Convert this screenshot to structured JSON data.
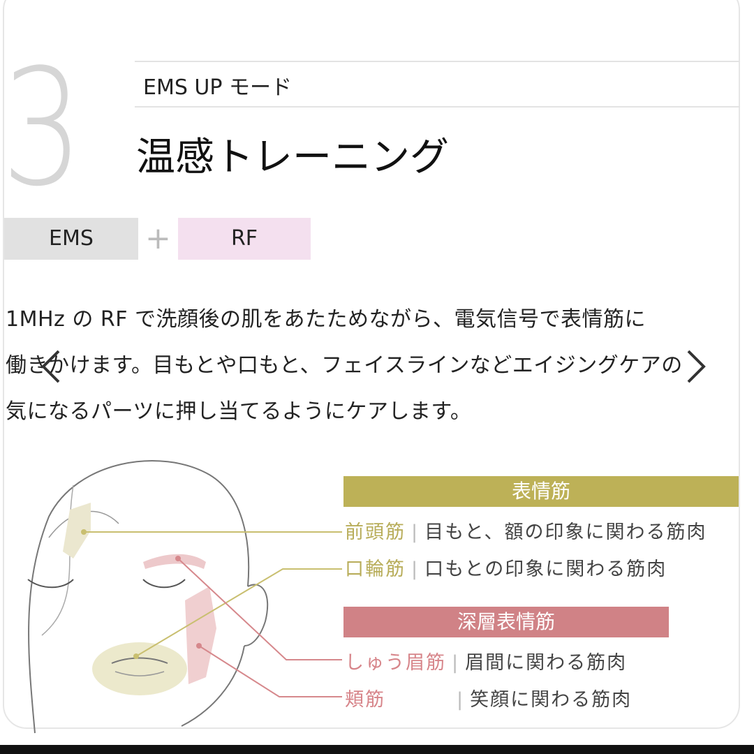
{
  "slide": {
    "number": "3",
    "mode": "EMS UP モード",
    "title": "温感トレーニング",
    "tags": {
      "ems": "EMS",
      "plus": "+",
      "rf": "RF"
    },
    "description_lines": [
      "1MHz の RF で洗顔後の肌をあたためながら、電気信号で表情筋に",
      "働きかけます。目もとや口もと、フェイスラインなどエイジングケアの",
      "気になるパーツに押し当てるようにケアします。"
    ],
    "muscles": {
      "group1": {
        "header": "表情筋",
        "color": "#bdb157",
        "items": [
          {
            "name": "前頭筋",
            "desc": "目もと、額の印象に関わる筋肉"
          },
          {
            "name": "口輪筋",
            "desc": "口もとの印象に関わる筋肉"
          }
        ]
      },
      "group2": {
        "header": "深層表情筋",
        "color": "#d08286",
        "items": [
          {
            "name": "しゅう眉筋",
            "desc": "眉間に関わる筋肉"
          },
          {
            "name": "頬筋",
            "desc": "笑顔に関わる筋肉"
          }
        ]
      },
      "separator": "|"
    }
  },
  "carousel": {
    "prev_icon": "chevron-left-icon",
    "next_icon": "chevron-right-icon"
  }
}
